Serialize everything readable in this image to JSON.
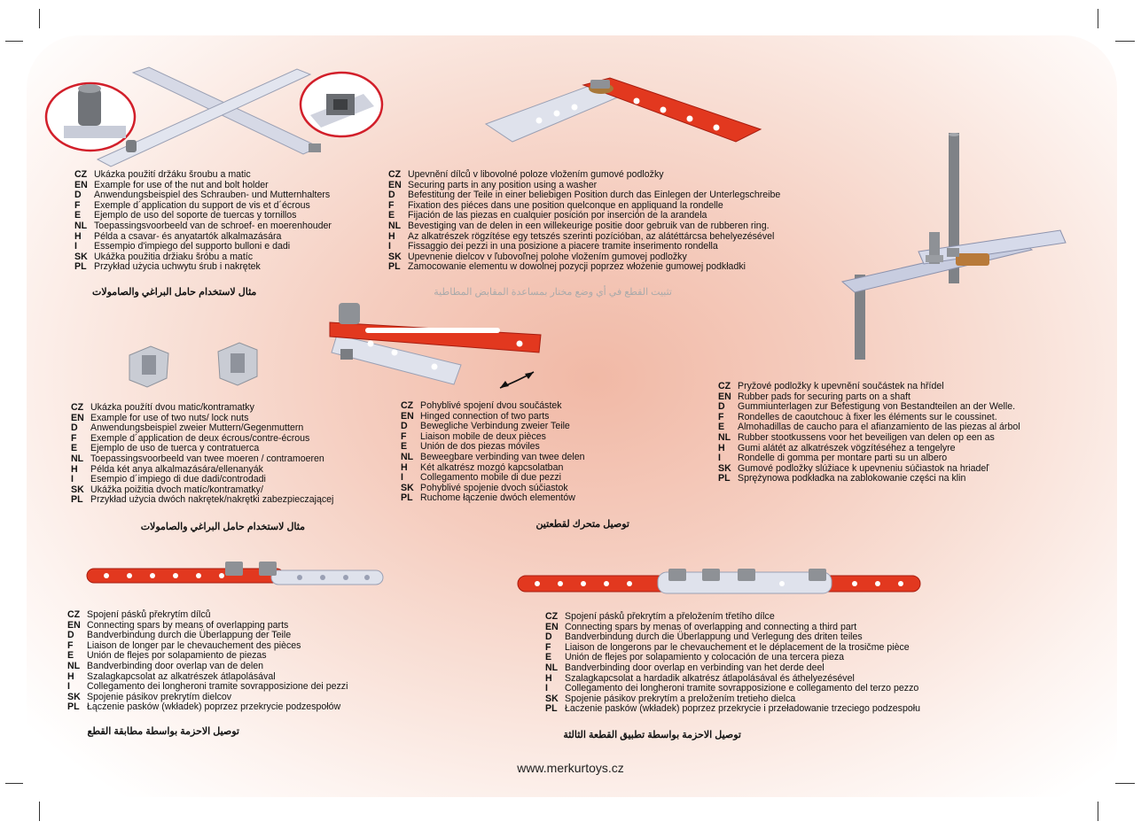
{
  "footer": {
    "url": "www.merkurtoys.cz"
  },
  "blocks": {
    "b1": {
      "rows": [
        {
          "code": "CZ",
          "text": "Ukázka použití držáku šroubu a matic"
        },
        {
          "code": "EN",
          "text": "Example for use of the nut and bolt holder"
        },
        {
          "code": "D",
          "text": "Anwendungsbeispiel des Schrauben- und Mutternhalters"
        },
        {
          "code": "F",
          "text": "Exemple d´application du support de vis et d´écrous"
        },
        {
          "code": "E",
          "text": "Ejemplo de uso del soporte de tuercas y tornillos"
        },
        {
          "code": "NL",
          "text": "Toepassingsvoorbeeld van de schroef- en moerenhouder"
        },
        {
          "code": "H",
          "text": "Példa a csavar- és anyatartók alkalmazására"
        },
        {
          "code": "I",
          "text": "Essempio d'impiego del supporto bulloni e dadi"
        },
        {
          "code": "SK",
          "text": "Ukážka použitia držiaku šróbu a matíc"
        },
        {
          "code": "PL",
          "text": "Przykład użycia uchwytu śrub i nakrętek"
        }
      ],
      "arabic": "مثال لاستخدام حامل البراغي والصامولات"
    },
    "b2": {
      "rows": [
        {
          "code": "CZ",
          "text": "Upevnění dílců v libovolné poloze vložením gumové podložky"
        },
        {
          "code": "EN",
          "text": "Securing parts in any position using a washer"
        },
        {
          "code": "D",
          "text": "Befestitung der Teile in einer beliebigen Position durch das Einlegen der Unterlegschreibe"
        },
        {
          "code": "F",
          "text": "Fixation des piéces dans une position quelconque en appliquand la rondelle"
        },
        {
          "code": "E",
          "text": "Fijación de las piezas en cualquier posición por inserción de la arandela"
        },
        {
          "code": "NL",
          "text": "Bevestiging van de delen in een willekeurige positie door gebruik van de rubberen ring."
        },
        {
          "code": "H",
          "text": "Az alkatrészek rögzítése egy tetszés szerinti pozícióban, az alátéttárcsa behelyezésével"
        },
        {
          "code": "I",
          "text": "Fissaggio dei pezzi in una posizione a piacere tramite inserimento rondella"
        },
        {
          "code": "SK",
          "text": "Upevnenie dielcov v ľubovoľnej polohe vložením gumovej podložky"
        },
        {
          "code": "PL",
          "text": "Zamocowanie elementu w dowolnej pozycji poprzez włożenie gumowej podkładki"
        }
      ],
      "arabic": "تثبيت القطع في أي وضع مختار بمساعدة المقابض المطاطية"
    },
    "b3": {
      "rows": [
        {
          "code": "CZ",
          "text": "Ukázka použítí dvou matic/kontramatky"
        },
        {
          "code": "EN",
          "text": "Example for use of two nuts/ lock nuts"
        },
        {
          "code": "D",
          "text": "Anwendungsbeispiel zweier Muttern/Gegenmuttern"
        },
        {
          "code": "F",
          "text": "Exemple d´application de deux écrous/contre-écrous"
        },
        {
          "code": "E",
          "text": "Ejemplo de uso de tuerca y contratuerca"
        },
        {
          "code": "NL",
          "text": "Toepassingsvoorbeeld van twee moeren / contramoeren"
        },
        {
          "code": "H",
          "text": "Példa két anya alkalmazására/ellenanyák"
        },
        {
          "code": "I",
          "text": "Esempio d´impiego di due dadi/controdadi"
        },
        {
          "code": "SK",
          "text": "Ukážka poižitia dvoch matíc/kontramatky/"
        },
        {
          "code": "PL",
          "text": "Przykład użycia dwóch nakrętek/nakrętki zabezpieczającej"
        }
      ],
      "arabic": "مثال لاستخدام حامل البراغي والصامولات"
    },
    "b4": {
      "rows": [
        {
          "code": "CZ",
          "text": "Pohyblivé spojení dvou součástek"
        },
        {
          "code": "EN",
          "text": "Hinged connection of two parts"
        },
        {
          "code": "D",
          "text": "Bewegliche Verbindung zweier Teile"
        },
        {
          "code": "F",
          "text": "Liaison mobile de deux pièces"
        },
        {
          "code": "E",
          "text": "Unión de dos piezas móviles"
        },
        {
          "code": "NL",
          "text": "Beweegbare verbinding van twee delen"
        },
        {
          "code": "H",
          "text": "Két alkatrész mozgó kapcsolatban"
        },
        {
          "code": "I",
          "text": "Collegamento mobile di due pezzi"
        },
        {
          "code": "SK",
          "text": "Pohyblivé spojenie dvoch súčiastok"
        },
        {
          "code": "PL",
          "text": "Ruchome łączenie dwóch elementów"
        }
      ],
      "arabic": "توصيل متحرك لقطعتين"
    },
    "b5": {
      "rows": [
        {
          "code": "CZ",
          "text": "Pryžové podložky k upevnění součástek na hřídel"
        },
        {
          "code": "EN",
          "text": "Rubber pads for securing parts on a shaft"
        },
        {
          "code": "D",
          "text": "Gummiunterlagen zur Befestigung von Bestandteilen an der Welle."
        },
        {
          "code": "F",
          "text": "Rondelles de caoutchouc à fixer les éléments sur le coussinet."
        },
        {
          "code": "E",
          "text": "Almohadillas de caucho para el afianzamiento de las piezas al árbol"
        },
        {
          "code": "NL",
          "text": "Rubber stootkussens voor het beveiligen van delen op een as"
        },
        {
          "code": "H",
          "text": "Gumi alátét az alkatrészek vögzítéséhez a tengelyre"
        },
        {
          "code": "I",
          "text": "Rondelle di gomma per montare parti su un albero"
        },
        {
          "code": "SK",
          "text": "Gumové podložky slúžiace k upevneniu súčiastok na hriadeľ"
        },
        {
          "code": "PL",
          "text": "Sprężynowa podkładka na zablokowanie części na klin"
        }
      ]
    },
    "b6": {
      "rows": [
        {
          "code": "CZ",
          "text": "Spojení pásků překrytím dílců"
        },
        {
          "code": "EN",
          "text": "Connecting spars by means of overlapping parts"
        },
        {
          "code": "D",
          "text": "Bandverbindung durch die Überlappung der Teile"
        },
        {
          "code": "F",
          "text": "Liaison de longer par le chevauchement des pièces"
        },
        {
          "code": "E",
          "text": "Unión de flejes por solapamiento de piezas"
        },
        {
          "code": "NL",
          "text": "Bandverbinding door overlap van de delen"
        },
        {
          "code": "H",
          "text": "Szalagkapcsolat az alkatrészek átlapolásával"
        },
        {
          "code": "I",
          "text": "Collegamento dei longheroni tramite sovrapposizione dei pezzi"
        },
        {
          "code": "SK",
          "text": "Spojenie pásikov prekrytím dielcov"
        },
        {
          "code": "PL",
          "text": "Łączenie pasków (wkładek) poprzez przekrycie podzespołów"
        }
      ],
      "arabic": "توصيل الاحزمة بواسطة مطابقة القطع"
    },
    "b7": {
      "rows": [
        {
          "code": "CZ",
          "text": "Spojení pásků překrytím a přeložením třetího dílce"
        },
        {
          "code": "EN",
          "text": "Connecting spars by menas of overlapping and connecting a third part"
        },
        {
          "code": "D",
          "text": "Bandverbindung durch die Überlappung und Verlegung des driten teiles"
        },
        {
          "code": "F",
          "text": "Liaison de longerons par le chevauchement et  le déplacement de la trosičme pièce"
        },
        {
          "code": "E",
          "text": "Unión de flejes por solapamiento y colocación de una tercera pieza"
        },
        {
          "code": "NL",
          "text": "Bandverbinding door overlap en verbinding van het derde deel"
        },
        {
          "code": "H",
          "text": "Szalagkapcsolat a hardadik alkatrész átlapolásával és áthelyezésével"
        },
        {
          "code": "I",
          "text": "Collegamento dei longheroni tramite sovrapposizione e collegamento del terzo pezzo"
        },
        {
          "code": "SK",
          "text": "Spojenie pásikov prekrytím a preložením tretieho dielca"
        },
        {
          "code": "PL",
          "text": "Łaczenie pasków (wkładek) poprzez przekrycie i przeładowanie trzeciego podzespołu"
        }
      ],
      "arabic": "توصيل الاحزمة بواسطة تطبيق القطعة الثالثة"
    }
  }
}
